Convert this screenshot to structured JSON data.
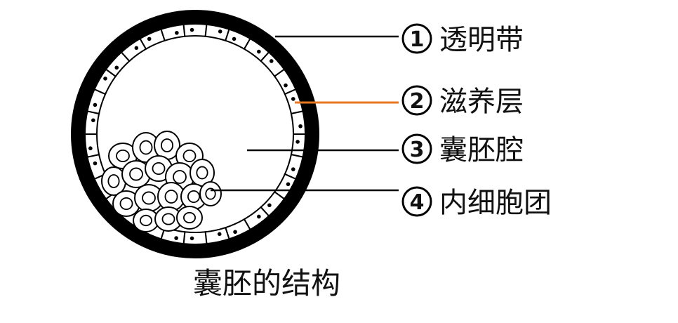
{
  "diagram": {
    "caption": "囊胚的结构",
    "labels": [
      {
        "number": "1",
        "text": "透明带",
        "line_color": "#000000"
      },
      {
        "number": "2",
        "text": "滋养层",
        "line_color": "#e87722"
      },
      {
        "number": "3",
        "text": "囊胚腔",
        "line_color": "#000000"
      },
      {
        "number": "4",
        "text": "内细胞团",
        "line_color": "#000000"
      }
    ]
  }
}
